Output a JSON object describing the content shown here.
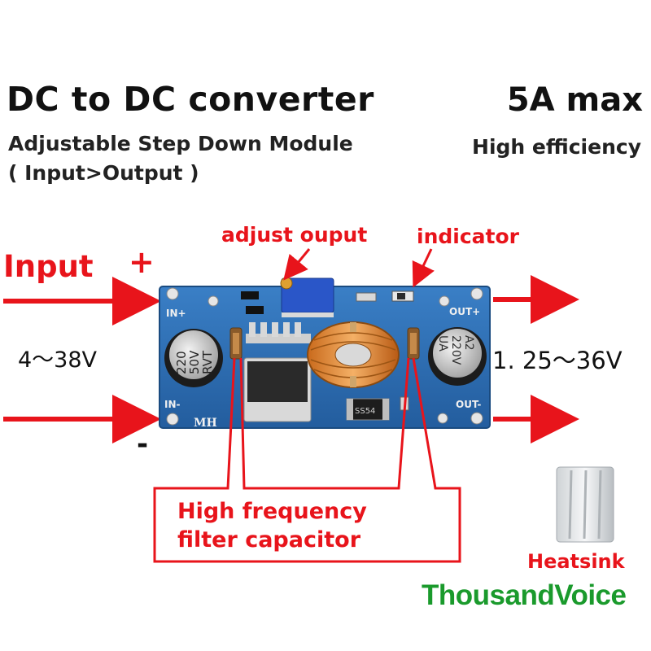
{
  "title": "DC to DC converter",
  "max_current": "5A max",
  "subtitle_line1": "Adjustable Step Down Module",
  "subtitle_line2": "( Input>Output )",
  "efficiency": "High efficiency",
  "input_label": "Input",
  "plus_sign": "+",
  "minus_sign": "-",
  "input_voltage": "4～38V",
  "output_voltage": "1. 25～36V",
  "callouts": {
    "adjust": "adjust ouput",
    "indicator": "indicator",
    "hf_line1": "High frequency",
    "hf_line2": "filter capacitor",
    "heatsink": "Heatsink"
  },
  "board": {
    "in_plus": "IN+",
    "in_minus": "IN-",
    "out_plus": "OUT+",
    "out_minus": "OUT-",
    "mh": "MH",
    "cap_left": [
      "220",
      "50V",
      "RVT"
    ],
    "cap_right": [
      "A2",
      "220V",
      "UA"
    ],
    "diode": "SS54"
  },
  "brand": "ThousandVoice",
  "colors": {
    "accent_red": "#e8141b",
    "board_blue": "#2d6fb7",
    "brand_green": "#1a9a2c"
  }
}
